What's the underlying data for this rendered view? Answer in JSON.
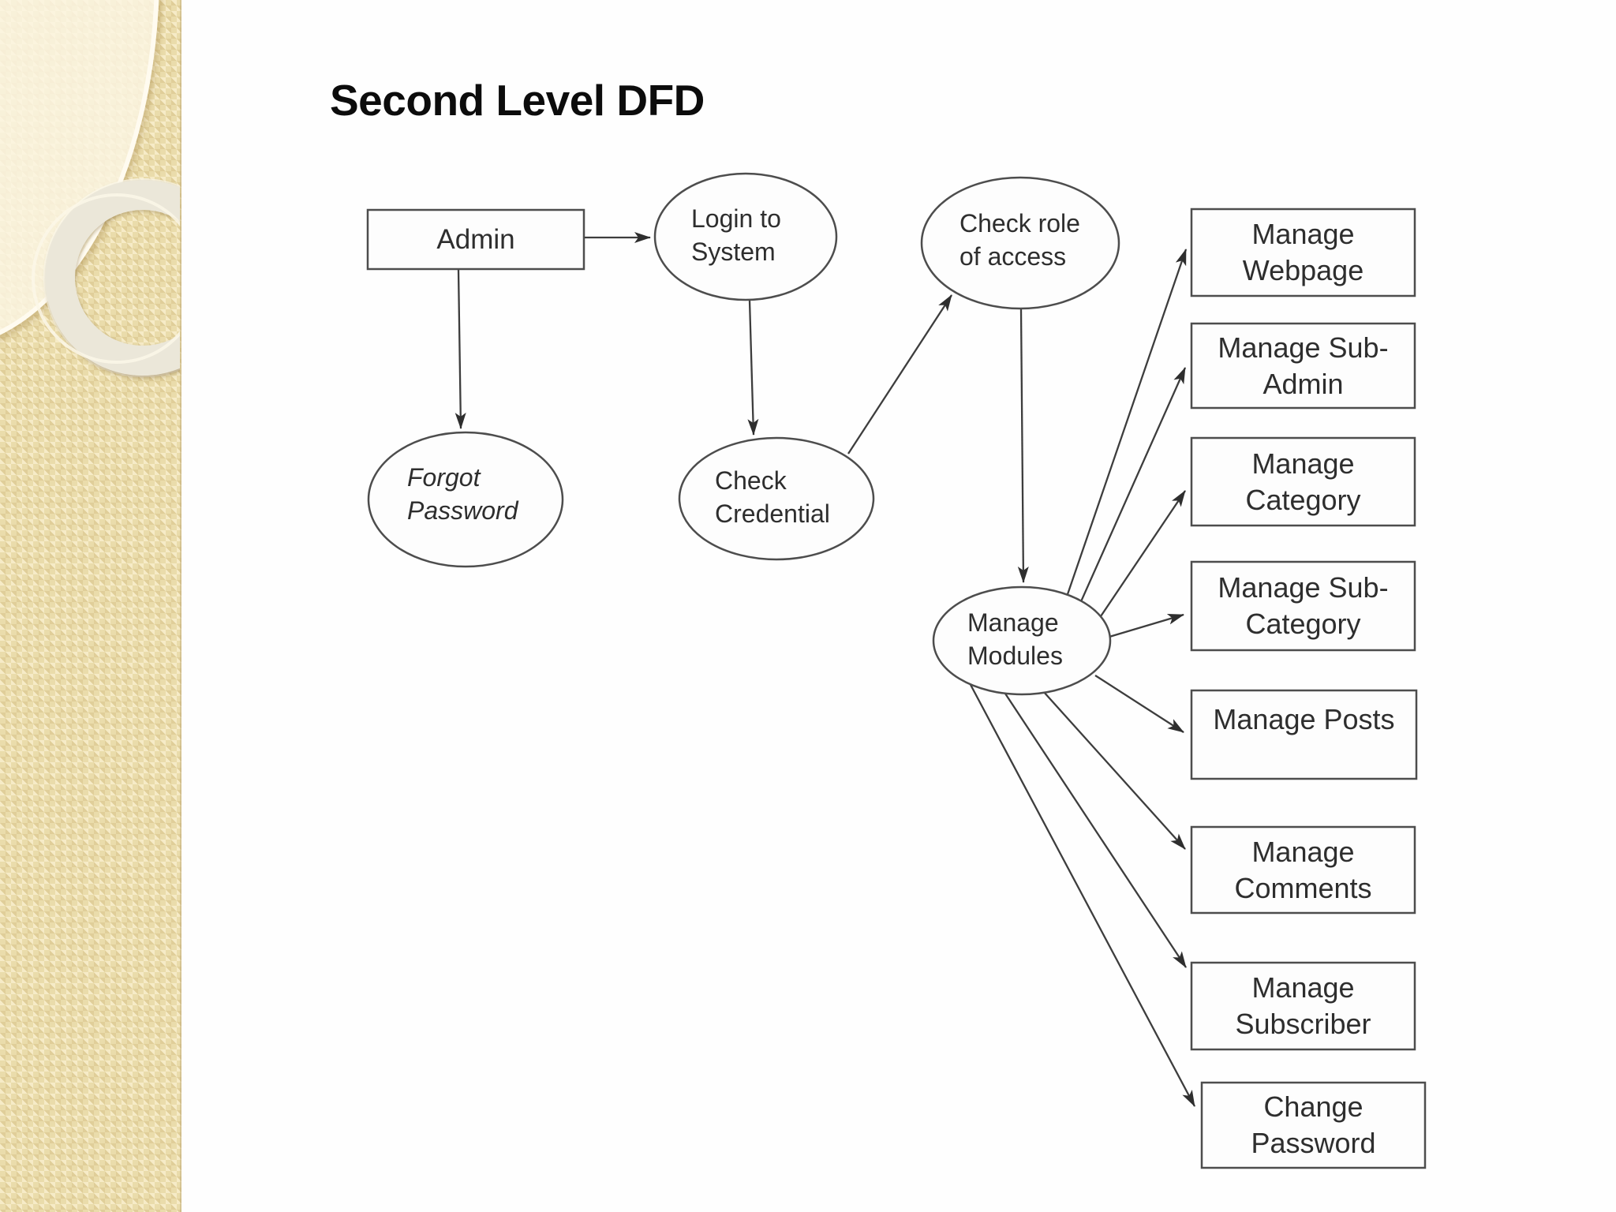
{
  "slide": {
    "title": "Second Level DFD"
  },
  "diagram": {
    "nodes": {
      "admin": {
        "label": "Admin",
        "shape": "rectangle"
      },
      "login": {
        "label": "Login to\nSystem",
        "shape": "ellipse"
      },
      "check_role": {
        "label": "Check role\nof access",
        "shape": "ellipse"
      },
      "forgot_password": {
        "label": "Forgot\nPassword",
        "shape": "ellipse"
      },
      "check_credential": {
        "label": "Check\nCredential",
        "shape": "ellipse"
      },
      "manage_modules": {
        "label": "Manage\nModules",
        "shape": "ellipse"
      },
      "manage_webpage": {
        "label": "Manage\nWebpage",
        "shape": "rectangle"
      },
      "manage_sub_admin": {
        "label": "Manage Sub-\nAdmin",
        "shape": "rectangle"
      },
      "manage_category": {
        "label": "Manage\nCategory",
        "shape": "rectangle"
      },
      "manage_sub_category": {
        "label": "Manage Sub-\nCategory",
        "shape": "rectangle"
      },
      "manage_posts": {
        "label": "Manage Posts",
        "shape": "rectangle"
      },
      "manage_comments": {
        "label": "Manage\nComments",
        "shape": "rectangle"
      },
      "manage_subscriber": {
        "label": "Manage\nSubscriber",
        "shape": "rectangle"
      },
      "change_password": {
        "label": "Change\nPassword",
        "shape": "rectangle"
      }
    },
    "edges": [
      {
        "from": "admin",
        "to": "login"
      },
      {
        "from": "admin",
        "to": "forgot_password"
      },
      {
        "from": "login",
        "to": "check_credential"
      },
      {
        "from": "check_credential",
        "to": "check_role"
      },
      {
        "from": "check_role",
        "to": "manage_modules"
      },
      {
        "from": "manage_modules",
        "to": "manage_webpage"
      },
      {
        "from": "manage_modules",
        "to": "manage_sub_admin"
      },
      {
        "from": "manage_modules",
        "to": "manage_category"
      },
      {
        "from": "manage_modules",
        "to": "manage_sub_category"
      },
      {
        "from": "manage_modules",
        "to": "manage_posts"
      },
      {
        "from": "manage_modules",
        "to": "manage_comments"
      },
      {
        "from": "manage_modules",
        "to": "manage_subscriber"
      },
      {
        "from": "manage_modules",
        "to": "change_password"
      }
    ]
  },
  "theme": {
    "slide_background": "#fefefe",
    "sidebar_color": "#eadcab",
    "sidebar_ring_color": "#ebe7d9",
    "shape_stroke": "#4d4d4d",
    "arrow_color": "#3d3d3d",
    "text_color": "#2e2e2e",
    "title_color": "#0c0c0c"
  }
}
